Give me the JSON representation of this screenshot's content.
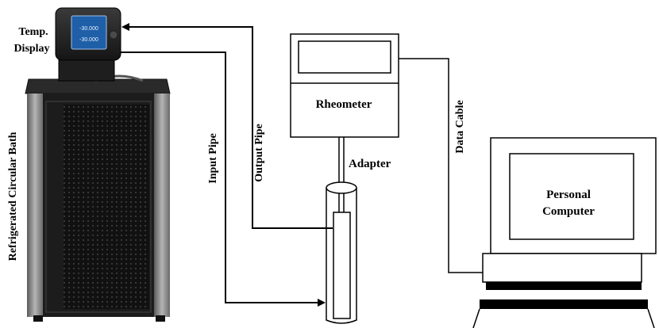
{
  "labels": {
    "temp_display_line1": "Temp.",
    "temp_display_line2": "Display",
    "bath": "Refrigerated Circular Bath",
    "input_pipe": "Input Pipe",
    "output_pipe": "Output Pipe",
    "rheometer": "Rheometer",
    "adapter": "Adapter",
    "data_cable": "Data Cable",
    "computer_line1": "Personal",
    "computer_line2": "Computer"
  },
  "display_readouts": {
    "top": "-30.000",
    "bottom": "-30.000"
  },
  "colors": {
    "line": "#000000",
    "bath_body": "#1a1a1a",
    "bath_side": "#8a8a8a",
    "display_screen": "#1f5fa8"
  }
}
